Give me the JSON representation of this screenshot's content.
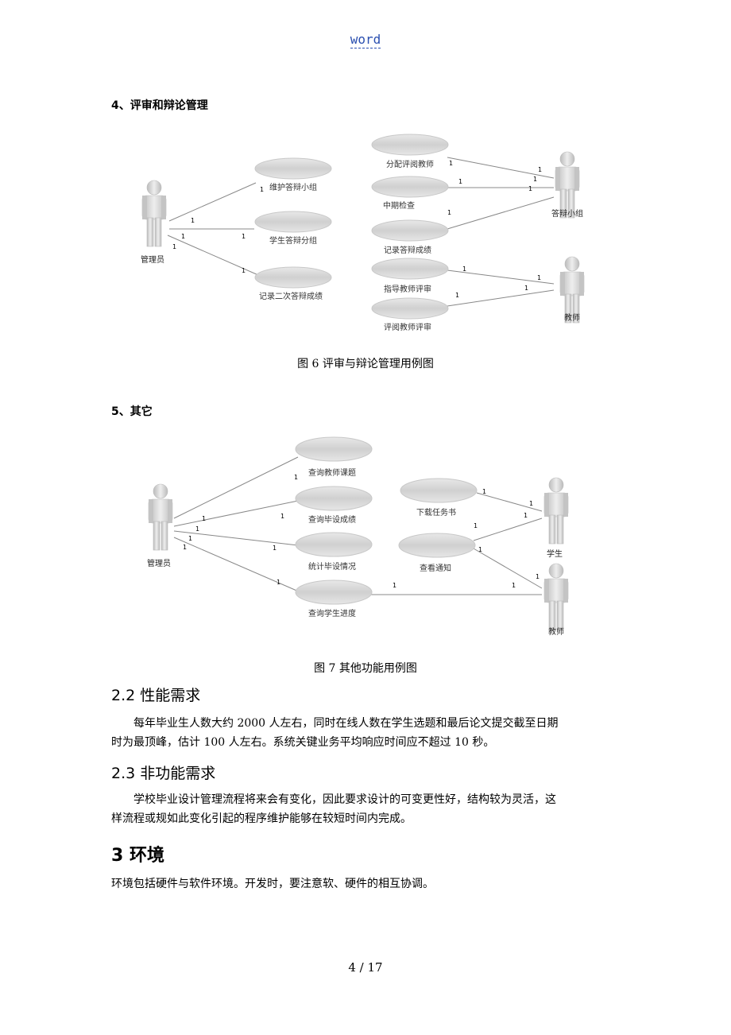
{
  "header": {
    "link": "word"
  },
  "section4": {
    "heading": "4、评审和辩论管理",
    "caption": "图 6  评审与辩论管理用例图",
    "actors": [
      "管理员",
      "答辩小组",
      "教师"
    ],
    "usecases": [
      "维护答辩小组",
      "学生答辩分组",
      "记录二次答辩成绩",
      "分配评阅教师",
      "中期检查",
      "记录答辩成绩",
      "指导教师评审",
      "评阅教师评审"
    ],
    "multiplicity": "1"
  },
  "section5": {
    "heading": "5、其它",
    "caption": "图 7  其他功能用例图",
    "actors": [
      "管理员",
      "学生",
      "教师"
    ],
    "usecases": [
      "查询教师课题",
      "查询毕设成绩",
      "统计毕设情况",
      "查询学生进度",
      "下载任务书",
      "查看通知"
    ],
    "multiplicity": "1"
  },
  "perf": {
    "title": "2.2  性能需求",
    "line1": "每年毕业生人数大约 2000 人左右，同时在线人数在学生选题和最后论文提交截至日期",
    "line2": "时为最顶峰，估计 100 人左右。系统关键业务平均响应时间应不超过 10 秒。"
  },
  "nonfunc": {
    "title": "2.3  非功能需求",
    "line1": "学校毕业设计管理流程将来会有变化，因此要求设计的可变更性好，结构较为灵活，这",
    "line2": "样流程或规如此变化引起的程序维护能够在较短时间内完成。"
  },
  "env": {
    "title": "3    环境",
    "text": "环境包括硬件与软件环境。开发时，要注意软、硬件的相互协调。"
  },
  "footer": {
    "page": "4 / 17"
  }
}
